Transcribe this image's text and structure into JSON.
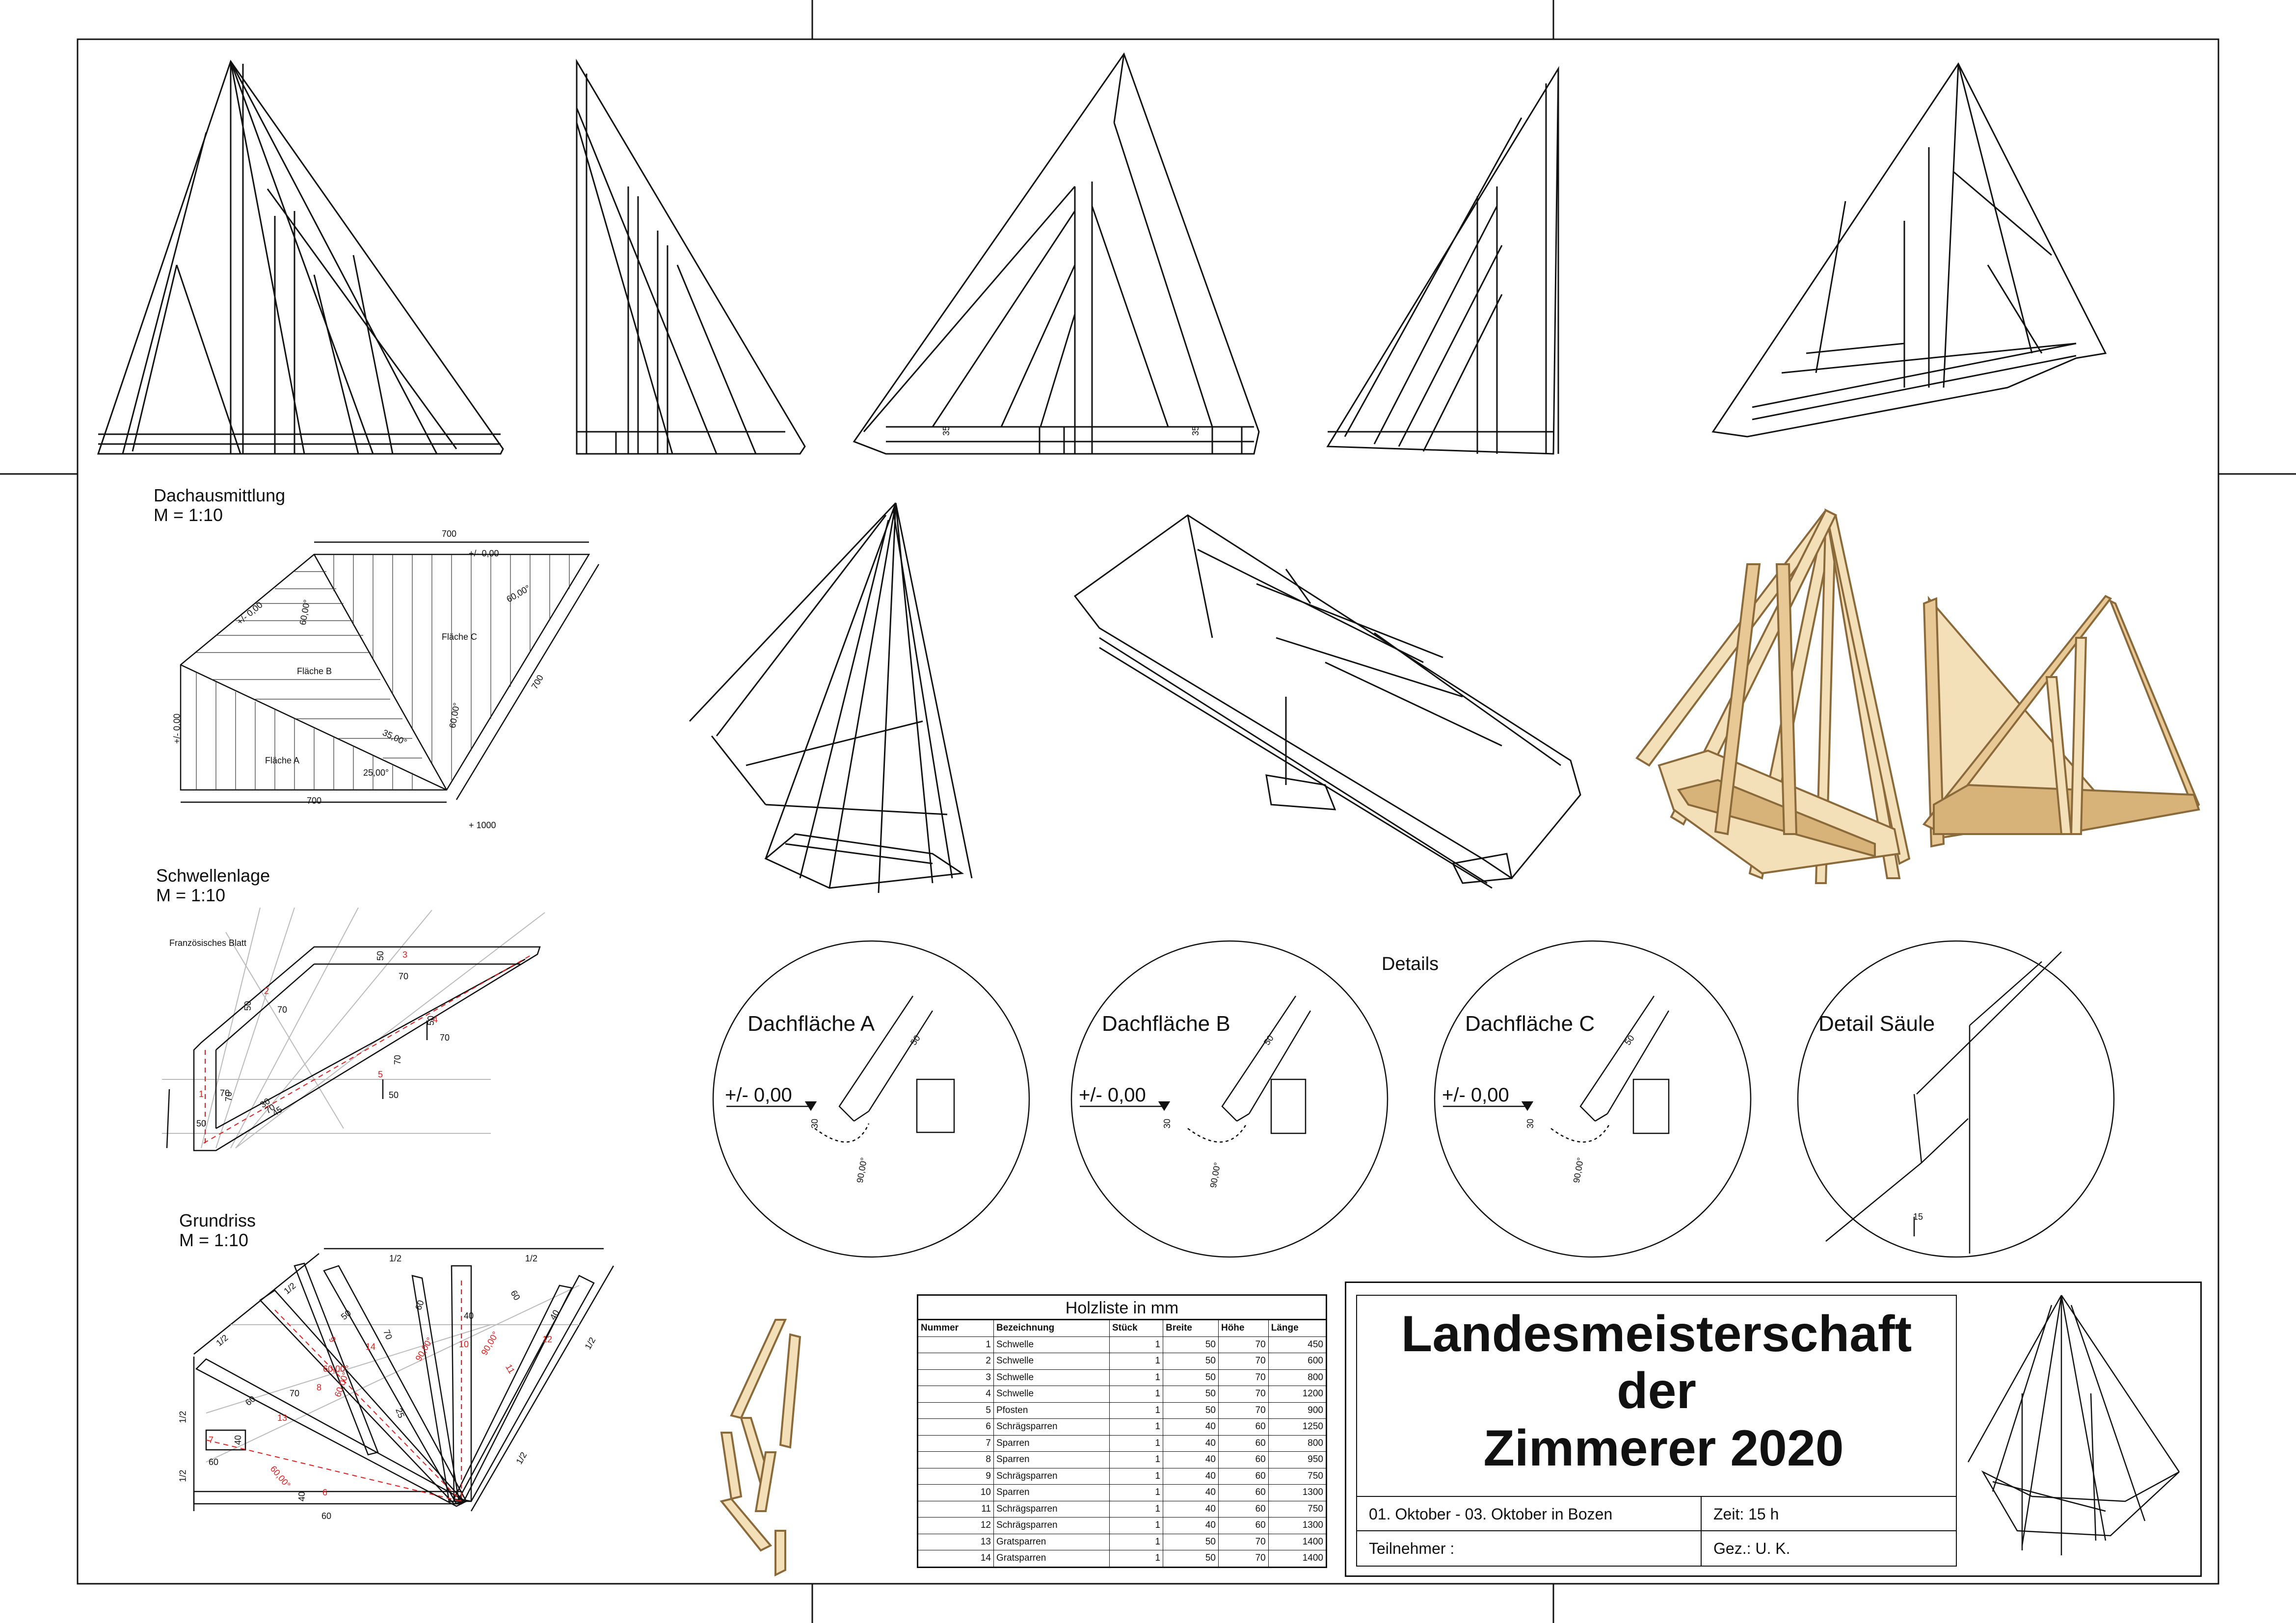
{
  "sections": {
    "dachausmittlung": {
      "title": "Dachausmittlung",
      "scale": "M = 1:10"
    },
    "schwellenlage": {
      "title": "Schwellenlage",
      "scale": "M = 1:10"
    },
    "grundriss": {
      "title": "Grundriss",
      "scale": "M = 1:10"
    },
    "details_heading": "Details"
  },
  "roof_plan": {
    "dims": [
      "700",
      "700",
      "700",
      "+ 1000"
    ],
    "levels": [
      "+/- 0,00",
      "+/- 0,00",
      "+/- 0,00"
    ],
    "angles": [
      "60,00°",
      "60,00°",
      "35,00°",
      "25,00°",
      "60,00°"
    ],
    "areas": [
      "Fläche A",
      "Fläche B",
      "Fläche C"
    ]
  },
  "sill_plan": {
    "note": "Französisches Blatt",
    "dims": [
      "50",
      "70",
      "50",
      "70",
      "50",
      "70",
      "70",
      "50",
      "70",
      "70",
      "50",
      "30",
      "45",
      "70"
    ],
    "members": [
      "1",
      "2",
      "3",
      "4",
      "5"
    ]
  },
  "floor_plan": {
    "dims": [
      "1/2",
      "1/2",
      "1/2",
      "1/2",
      "1/2",
      "1/2",
      "1/2",
      "1/2",
      "60",
      "60",
      "40",
      "40",
      "70",
      "70",
      "60",
      "60",
      "50",
      "40",
      "40",
      "60",
      "25"
    ],
    "angles": [
      "60,00°",
      "90,00°",
      "60,00°",
      "60,00°",
      "90,00°"
    ],
    "members": [
      "6",
      "7",
      "8",
      "9",
      "10",
      "11",
      "12",
      "13",
      "14"
    ]
  },
  "elevation_marks": [
    "35",
    "35"
  ],
  "details": [
    {
      "title": "Dachfläche A",
      "level": "+/- 0,00",
      "dims": [
        "50",
        "30",
        "90,00°"
      ]
    },
    {
      "title": "Dachfläche B",
      "level": "+/- 0,00",
      "dims": [
        "50",
        "30",
        "90,00°"
      ]
    },
    {
      "title": "Dachfläche C",
      "level": "+/- 0,00",
      "dims": [
        "50",
        "30",
        "90,00°"
      ]
    },
    {
      "title": "Detail Säule",
      "dims": [
        "15"
      ]
    }
  ],
  "wood_list": {
    "title": "Holzliste in mm",
    "columns": [
      "Nummer",
      "Bezeichnung",
      "Stück",
      "Breite",
      "Höhe",
      "Länge"
    ],
    "rows": [
      [
        "1",
        "Schwelle",
        "1",
        "50",
        "70",
        "450"
      ],
      [
        "2",
        "Schwelle",
        "1",
        "50",
        "70",
        "600"
      ],
      [
        "3",
        "Schwelle",
        "1",
        "50",
        "70",
        "800"
      ],
      [
        "4",
        "Schwelle",
        "1",
        "50",
        "70",
        "1200"
      ],
      [
        "5",
        "Pfosten",
        "1",
        "50",
        "70",
        "900"
      ],
      [
        "6",
        "Schrägsparren",
        "1",
        "40",
        "60",
        "1250"
      ],
      [
        "7",
        "Sparren",
        "1",
        "40",
        "60",
        "800"
      ],
      [
        "8",
        "Sparren",
        "1",
        "40",
        "60",
        "950"
      ],
      [
        "9",
        "Schrägsparren",
        "1",
        "40",
        "60",
        "750"
      ],
      [
        "10",
        "Sparren",
        "1",
        "40",
        "60",
        "1300"
      ],
      [
        "11",
        "Schrägsparren",
        "1",
        "40",
        "60",
        "750"
      ],
      [
        "12",
        "Schrägsparren",
        "1",
        "40",
        "60",
        "1300"
      ],
      [
        "13",
        "Gratsparren",
        "1",
        "50",
        "70",
        "1400"
      ],
      [
        "14",
        "Gratsparren",
        "1",
        "50",
        "70",
        "1400"
      ]
    ]
  },
  "title_block": {
    "title": "Landesmeisterschaft\nder\n Zimmerer 2020",
    "date_place": "01. Oktober - 03. Oktober  in  Bozen",
    "time": "Zeit: 15 h",
    "participant": "Teilnehmer :",
    "drawn_by": "Gez.: U. K."
  },
  "colors": {
    "line": "#111111",
    "wood_light": "#f3dfb8",
    "wood_dark": "#d7b37a",
    "dim_red": "#e02020"
  }
}
